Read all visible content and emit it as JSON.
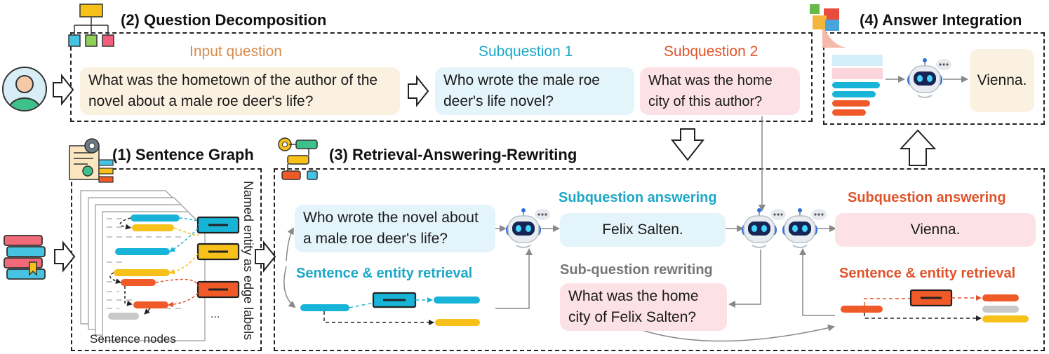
{
  "sections": {
    "decomposition": "(2) Question Decomposition",
    "integration": "(4) Answer Integration",
    "graph": "(1) Sentence Graph",
    "rar": "(3) Retrieval-Answering-Rewriting"
  },
  "decomposition": {
    "input_label": "Input question",
    "input_text": "What was the hometown of the author of the novel about a male roe deer's life?",
    "sub1_label": "Subquestion 1",
    "sub1_text": "Who wrote the male roe deer's life novel?",
    "sub2_label": "Subquestion 2",
    "sub2_text": "What was the home city of this author?"
  },
  "integration": {
    "answer": "Vienna."
  },
  "graph": {
    "vertical_label": "Named entity as edge labels",
    "nodes_label": "Sentence nodes",
    "ellipsis": "..."
  },
  "rar": {
    "question1": "Who wrote the novel about a male roe deer's life?",
    "retrieval_label_1": "Sentence & entity retrieval",
    "answering_label_1": "Subquestion answering",
    "answer1": "Felix Salten.",
    "rewriting_label": "Sub-question rewriting",
    "rewritten_question": "What was the home city of Felix Salten?",
    "answering_label_2": "Subquestion answering",
    "answer2": "Vienna.",
    "retrieval_label_2": "Sentence & entity retrieval"
  },
  "colors": {
    "cyan": "#18b4d8",
    "yellow": "#f7c11a",
    "orange_red": "#f05a28",
    "cream": "#fbf1e0",
    "light_blue": "#e4f4fb",
    "light_pink": "#fce2e6",
    "teal_label": "#1ba8c7",
    "red_label": "#e0532b",
    "input_label": "#d88a4a"
  }
}
